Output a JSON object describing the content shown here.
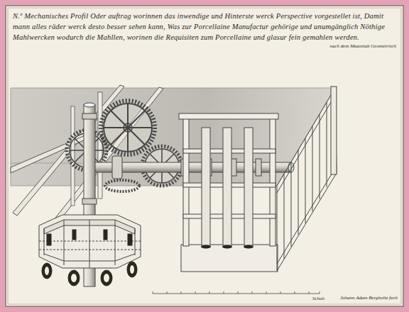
{
  "diagram": {
    "title": "N.º Mechanisches Profil Oder auftrag worinnen das inwendige und Hinterste werck Perspective vorgestellet ist, Damit mann alles räder werck desto besser sehen kann, Was zur Porcellaine Manufactur gehörige und unumgänglich Nöthige Mahlwercken wodurch die Mahllen, worinen die Requisiten zum Porcellaine und glasur fein gemahlen werden.",
    "labels": [
      "nach dem Maasstab Geometrisch",
      "Schuh",
      "Johann Adam Bergholtz fecit"
    ]
  }
}
